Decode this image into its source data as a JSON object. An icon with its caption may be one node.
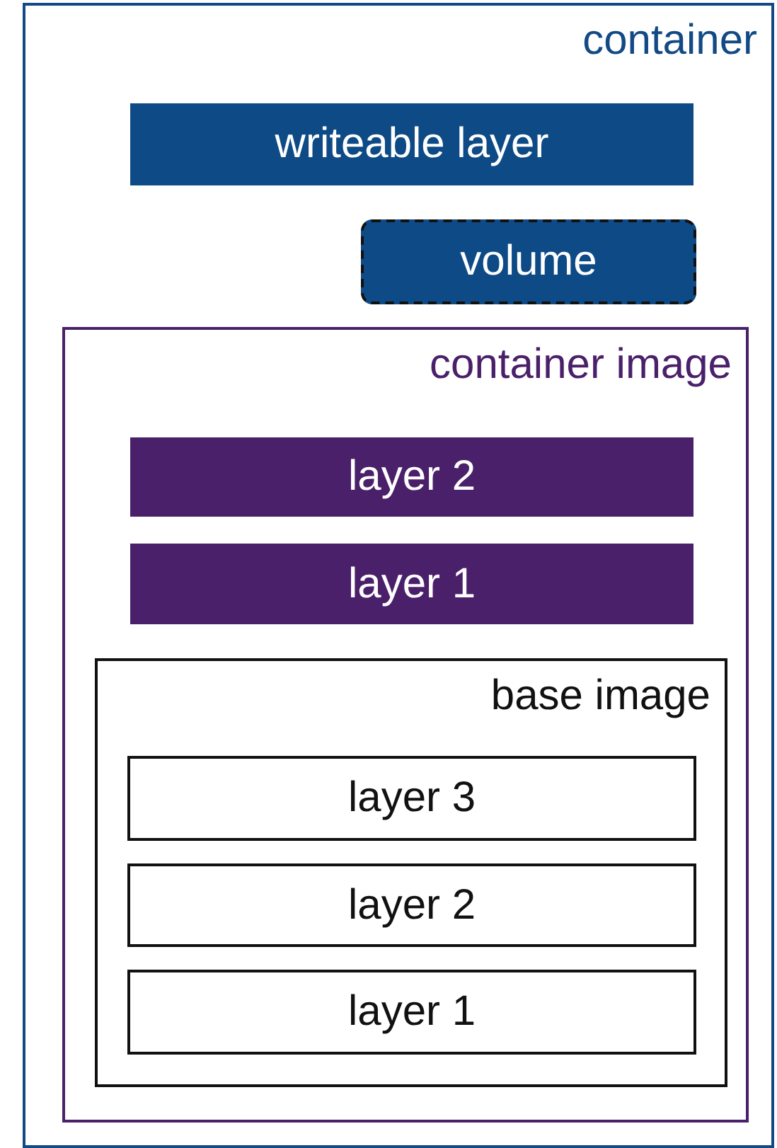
{
  "diagram": {
    "nodes": [
      {
        "text": [
          "container"
        ]
      },
      {
        "text": [
          "writeable layer"
        ],
        "in": 0
      },
      {
        "text": [
          "volume"
        ],
        "in": 0
      },
      {
        "text": [
          "container image"
        ],
        "in": 0
      },
      {
        "text": [
          "layer 2"
        ],
        "in": 3
      },
      {
        "text": [
          "layer 1"
        ],
        "in": 3
      },
      {
        "text": [
          "base image"
        ],
        "in": 3
      },
      {
        "text": [
          "layer 3"
        ],
        "in": 6
      },
      {
        "text": [
          "layer 2"
        ],
        "in": 6
      },
      {
        "text": [
          "layer 1"
        ],
        "in": 6
      }
    ]
  }
}
